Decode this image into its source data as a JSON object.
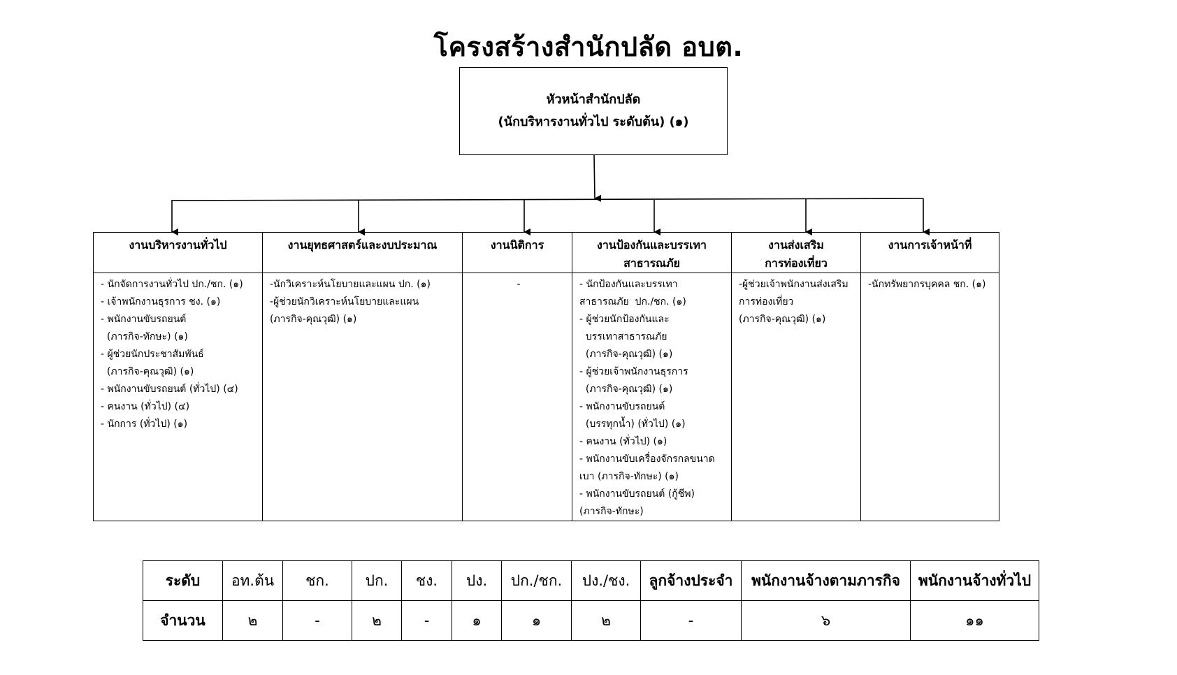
{
  "title": "โครงสร้างสำนักปลัด อบต.",
  "head": {
    "line1": "หัวหน้าสำนักปลัด",
    "line2": "(นักบริหารงานทั่วไป ระดับต้น) (๑)"
  },
  "divisions": [
    {
      "name": "งานบริหารงานทั่วไป",
      "staff": "- นักจัดการงานทั่วไป ปก./ชก. (๑)\n- เจ้าพนักงานธุรการ ชง. (๑)\n- พนักงานขับรถยนต์\n  (ภารกิจ-ทักษะ) (๑)\n- ผู้ช่วยนักประชาสัมพันธ์\n  (ภารกิจ-คุณวุฒิ) (๑)\n- พนักงานขับรถยนต์ (ทั่วไป) (๔)\n- คนงาน (ทั่วไป) (๔)\n- นักการ (ทั่วไป) (๑)"
    },
    {
      "name": "งานยุทธศาสตร์และงบประมาณ",
      "staff": "-นักวิเคราะห์นโยบายและแผน ปก. (๑)\n-ผู้ช่วยนักวิเคราะห์นโยบายและแผน\n(ภารกิจ-คุณวุฒิ) (๑)"
    },
    {
      "name": "งานนิติการ",
      "staff": "-"
    },
    {
      "name": "งานป้องกันและบรรเทา\nสาธารณภัย",
      "staff": "- นักป้องกันและบรรเทา\nสาธารณภัย  ปก./ชก. (๑)\n- ผู้ช่วยนักป้องกันและ\n  บรรเทาสาธารณภัย\n  (ภารกิจ-คุณวุฒิ) (๑)\n- ผู้ช่วยเจ้าพนักงานธุรการ\n  (ภารกิจ-คุณวุฒิ) (๑)\n- พนักงานขับรถยนต์\n  (บรรทุกน้ำ) (ทั่วไป) (๑)\n- คนงาน (ทั่วไป) (๑)\n- พนักงานขับเครื่องจักรกลขนาด\nเบา (ภารกิจ-ทักษะ) (๑)\n- พนักงานขับรถยนต์ (กู้ชีพ)\n(ภารกิจ-ทักษะ)"
    },
    {
      "name": "งานส่งเสริม\nการท่องเที่ยว",
      "staff": "-ผู้ช่วยเจ้าพนักงานส่งเสริม\nการท่องเที่ยว\n(ภารกิจ-คุณวุฒิ) (๑)"
    },
    {
      "name": "งานการเจ้าหน้าที่",
      "staff": "-นักทรัพยากรบุคคล ชก. (๑)"
    }
  ],
  "summary": {
    "row_label_level": "ระดับ",
    "row_label_count": "จำนวน",
    "columns": [
      {
        "level": "อท.ต้น",
        "count": "๒"
      },
      {
        "level": "ชก.",
        "count": "-"
      },
      {
        "level": "ปก.",
        "count": "๒"
      },
      {
        "level": "ชง.",
        "count": "-"
      },
      {
        "level": "ปง.",
        "count": "๑"
      },
      {
        "level": "ปก./ชก.",
        "count": "๑"
      },
      {
        "level": "ปง./ชง.",
        "count": "๒"
      },
      {
        "level": "ลูกจ้างประจำ",
        "count": "-"
      },
      {
        "level": "พนักงานจ้างตามภารกิจ",
        "count": "๖"
      },
      {
        "level": "พนักงานจ้างทั่วไป",
        "count": "๑๑"
      }
    ]
  }
}
